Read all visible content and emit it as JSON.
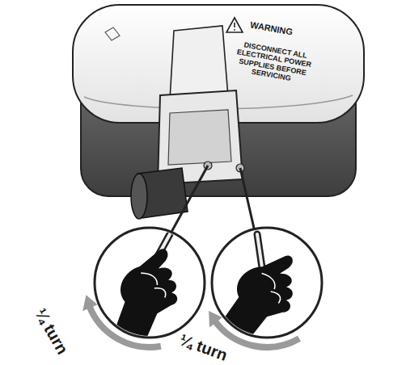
{
  "diagram": {
    "labels": [
      "WARNING",
      "DISCONNECT ALL ELECTRICAL POWER SUPPLIES BEFORE SERVICING",
      "¼ turn",
      "¼ turn"
    ]
  }
}
